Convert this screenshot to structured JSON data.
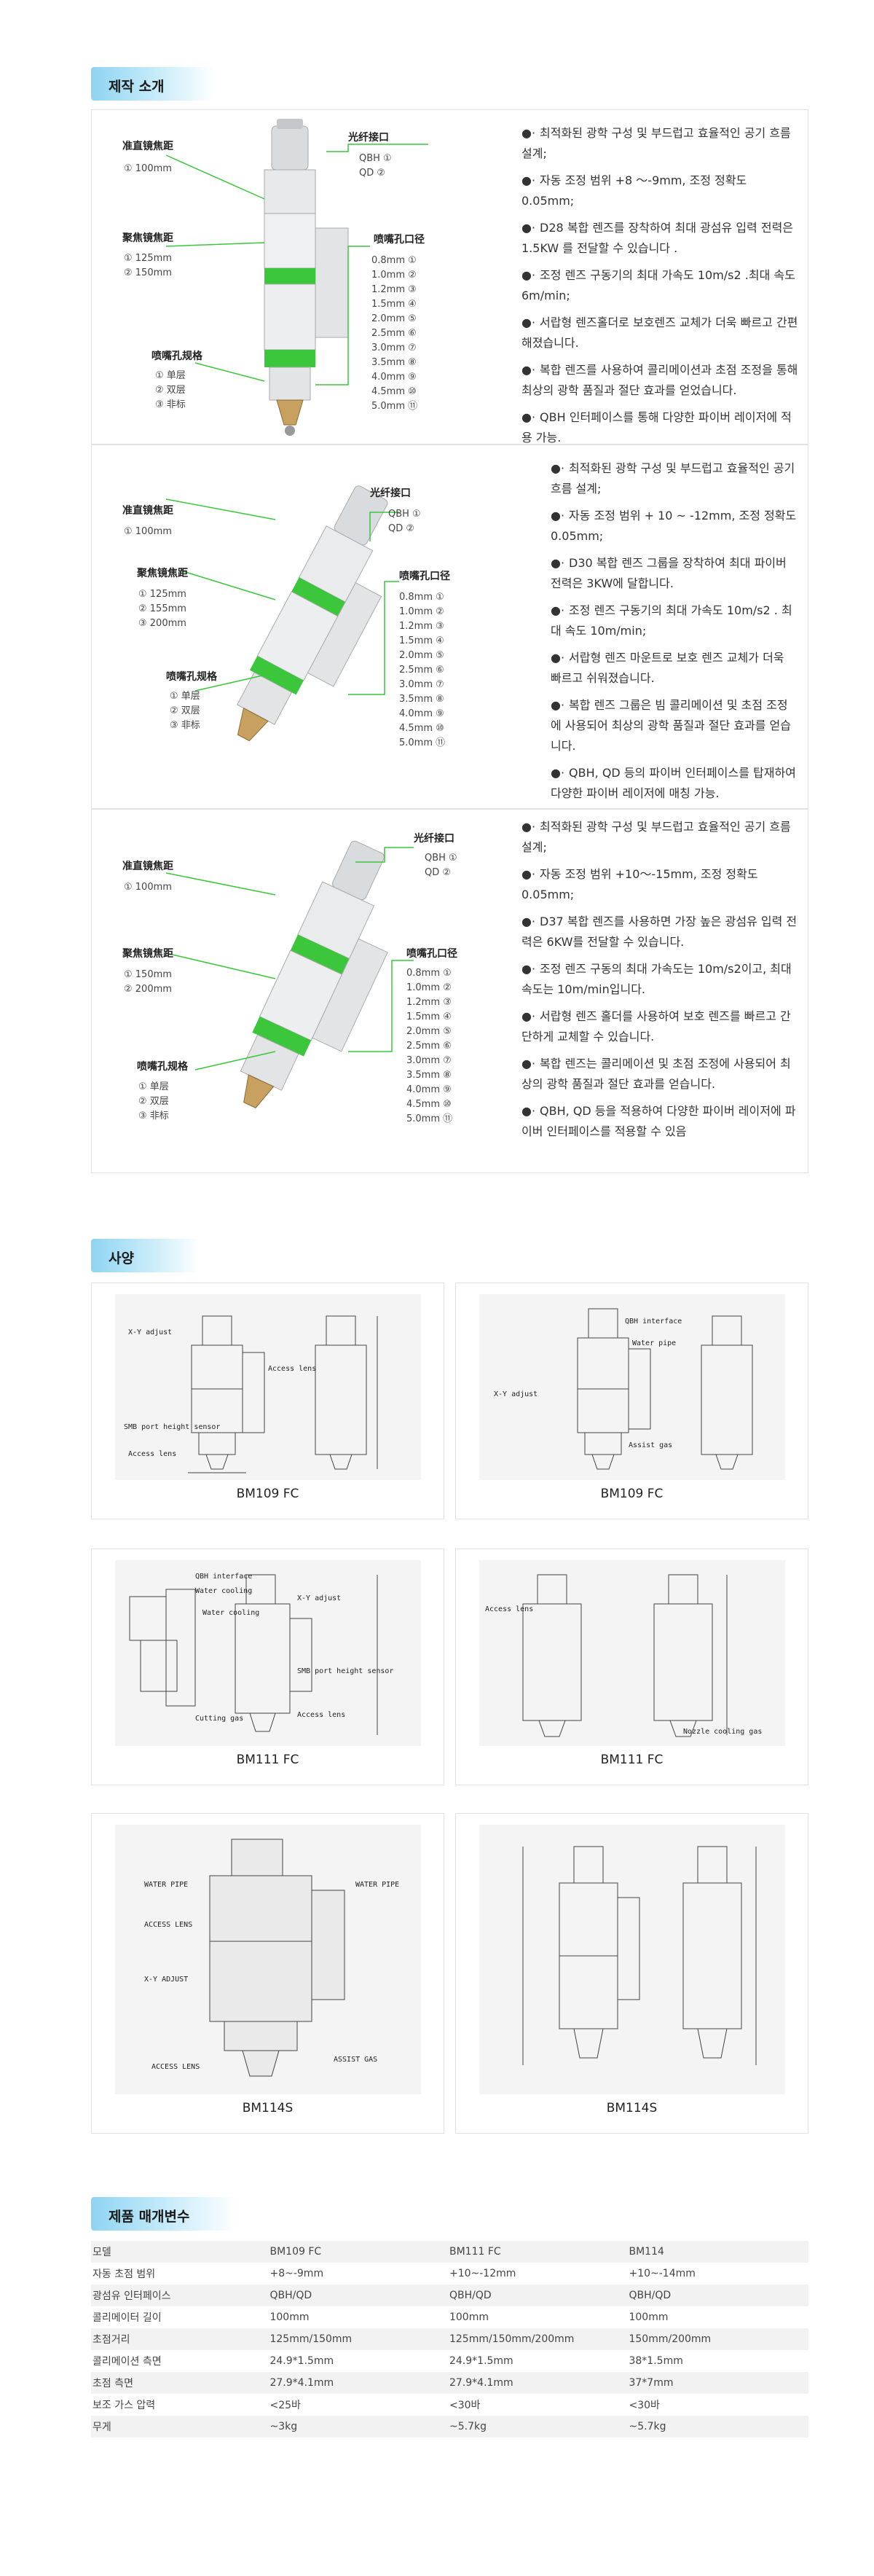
{
  "intro": {
    "title": "제작 소개",
    "products": [
      {
        "labels": {
          "fiber_interface": "光纤接口",
          "fiber_options": [
            "QBH ①",
            "QD  ②"
          ],
          "collimation_focal": "准直镜焦距",
          "collimation_value": "① 100mm",
          "focus_focal": "聚焦镜焦距",
          "focus_values": [
            "① 125mm",
            "② 150mm"
          ],
          "nozzle_diameter": "喷嘴孔口径",
          "nozzle_values": [
            "0.8mm ①",
            "1.0mm ②",
            "1.2mm ③",
            "1.5mm ④",
            "2.0mm ⑤",
            "2.5mm ⑥",
            "3.0mm ⑦",
            "3.5mm ⑧",
            "4.0mm ⑨",
            "4.5mm ⑩",
            "5.0mm ⑪"
          ],
          "nozzle_spec": "喷嘴孔规格",
          "nozzle_spec_values": [
            "① 单层",
            "② 双层",
            "③ 非标"
          ]
        },
        "features": [
          "최적화된 광학 구성 및 부드럽고 효율적인 공기 흐름 설계;",
          "자동 조정 범위 +8 ～-9mm, 조정 정확도 0.05mm;",
          "D28 복합 렌즈를 장착하여 최대 광섬유 입력 전력은 1.5KW 를 전달할 수 있습니다 .",
          "조정 렌즈 구동기의 최대 가속도 10m/s2 .최대 속도 6m/min;",
          "서랍형 렌즈홀더로 보호렌즈 교체가 더욱 빠르고 간편해졌습니다.",
          "복합 렌즈를 사용하여 콜리메이션과 초점 조정을 통해 최상의 광학 품질과 절단 효과를 얻었습니다.",
          "QBH 인터페이스를 통해 다양한 파이버 레이저에 적용 가능."
        ]
      },
      {
        "labels": {
          "fiber_interface": "光纤接口",
          "fiber_options": [
            "QBH ①",
            "QD  ②"
          ],
          "collimation_focal": "准直镜焦距",
          "collimation_value": "① 100mm",
          "focus_focal": "聚焦镜焦距",
          "focus_values": [
            "① 125mm",
            "② 155mm",
            "③ 200mm"
          ],
          "nozzle_diameter": "喷嘴孔口径",
          "nozzle_values": [
            "0.8mm ①",
            "1.0mm ②",
            "1.2mm ③",
            "1.5mm ④",
            "2.0mm ⑤",
            "2.5mm ⑥",
            "3.0mm ⑦",
            "3.5mm ⑧",
            "4.0mm ⑨",
            "4.5mm ⑩",
            "5.0mm ⑪"
          ],
          "nozzle_spec": "喷嘴孔规格",
          "nozzle_spec_values": [
            "① 单层",
            "② 双层",
            "③ 非标"
          ]
        },
        "features": [
          "최적화된 광학 구성 및 부드럽고 효율적인 공기 흐름 설계;",
          "자동 조정 범위 + 10 ~ -12mm, 조정 정확도 0.05mm;",
          "D30 복합 렌즈 그룹을 장착하여 최대 파이버 전력은 3KW에 달합니다.",
          "조정 렌즈 구동기의 최대 가속도 10m/s2 . 최대 속도 10m/min;",
          "서랍형 렌즈 마운트로 보호 렌즈 교체가 더욱 빠르고 쉬워졌습니다.",
          "복합 렌즈 그룹은 빔 콜리메이션 및 초점 조정에 사용되어 최상의 광학 품질과 절단 효과를 얻습니다.",
          "QBH, QD 등의 파이버 인터페이스를 탑재하여 다양한 파이버 레이저에 매칭 가능."
        ]
      },
      {
        "labels": {
          "fiber_interface": "光纤接口",
          "fiber_options": [
            "QBH ①",
            "QD  ②"
          ],
          "collimation_focal": "准直镜焦距",
          "collimation_value": "① 100mm",
          "focus_focal": "聚焦镜焦距",
          "focus_values": [
            "① 150mm",
            "② 200mm"
          ],
          "nozzle_diameter": "喷嘴孔口径",
          "nozzle_values": [
            "0.8mm ①",
            "1.0mm ②",
            "1.2mm ③",
            "1.5mm ④",
            "2.0mm ⑤",
            "2.5mm ⑥",
            "3.0mm ⑦",
            "3.5mm ⑧",
            "4.0mm ⑨",
            "4.5mm ⑩",
            "5.0mm ⑪"
          ],
          "nozzle_spec": "喷嘴孔规格",
          "nozzle_spec_values": [
            "① 单层",
            "② 双层",
            "③ 非标"
          ]
        },
        "features": [
          "최적화된 광학 구성 및 부드럽고 효율적인 공기 흐름 설계;",
          "자동 조정 범위 +10～-15mm, 조정 정확도 0.05mm;",
          "D37 복합 렌즈를 사용하면 가장 높은 광섬유 입력 전력은 6KW를 전달할 수 있습니다.",
          "조정 렌즈 구동의 최대 가속도는 10m/s2이고, 최대 속도는 10m/min입니다.",
          "서랍형 렌즈 홀더를 사용하여 보호 렌즈를 빠르고 간단하게 교체할 수 있습니다.",
          "복합 렌즈는 콜리메이션 및 초점 조정에 사용되어 최상의 광학 품질과 절단 효과를 얻습니다.",
          "QBH, QD 등을 적용하여 다양한 파이버 레이저에 파이버 인터페이스를 적용할 수 있음"
        ]
      }
    ]
  },
  "specs": {
    "title": "사양",
    "cards": [
      {
        "caption": "BM109 FC",
        "labels": [
          "X-Y adjust",
          "Access lens",
          "SMB port height sensor",
          "Access lens"
        ]
      },
      {
        "caption": "BM109 FC",
        "labels": [
          "QBH interface",
          "Water pipe",
          "X-Y adjust",
          "Assist gas"
        ]
      },
      {
        "caption": "BM111 FC",
        "labels": [
          "QBH interface",
          "Water cooling",
          "Water cooling",
          "Cutting gas",
          "X-Y adjust",
          "SMB port height sensor",
          "Access lens"
        ]
      },
      {
        "caption": "BM111 FC",
        "labels": [
          "Access lens",
          "Nozzle cooling gas"
        ]
      },
      {
        "caption": "BM114S",
        "labels": [
          "WATER PIPE",
          "ACCESS LENS",
          "X-Y ADJUST",
          "ACCESS LENS",
          "WATER PIPE",
          "ASSIST GAS"
        ]
      },
      {
        "caption": "BM114S",
        "labels": []
      }
    ]
  },
  "params": {
    "title": "제품 매개변수",
    "rows": [
      [
        "모델",
        "BM109 FC",
        "BM111 FC",
        "BM114"
      ],
      [
        "자동 초점 범위",
        "+8~-9mm",
        "+10~-12mm",
        "+10~-14mm"
      ],
      [
        "광섬유 인터페이스",
        "QBH/QD",
        "QBH/QD",
        "QBH/QD"
      ],
      [
        "콜리메이터 길이",
        "100mm",
        "100mm",
        "100mm"
      ],
      [
        "초점거리",
        "125mm/150mm",
        "125mm/150mm/200mm",
        "150mm/200mm"
      ],
      [
        "콜리메이션 측면",
        "24.9*1.5mm",
        "24.9*1.5mm",
        "38*1.5mm"
      ],
      [
        "초점 측면",
        "27.9*4.1mm",
        "27.9*4.1mm",
        "37*7mm"
      ],
      [
        "보조 가스 압력",
        "<25바",
        "<30바",
        "<30바"
      ],
      [
        "무게",
        "~3kg",
        "~5.7kg",
        "~5.7kg"
      ]
    ]
  },
  "colors": {
    "accent_green": "#3cc63c",
    "header_blue": "#8fd4f2",
    "border": "#e2e2e2"
  }
}
